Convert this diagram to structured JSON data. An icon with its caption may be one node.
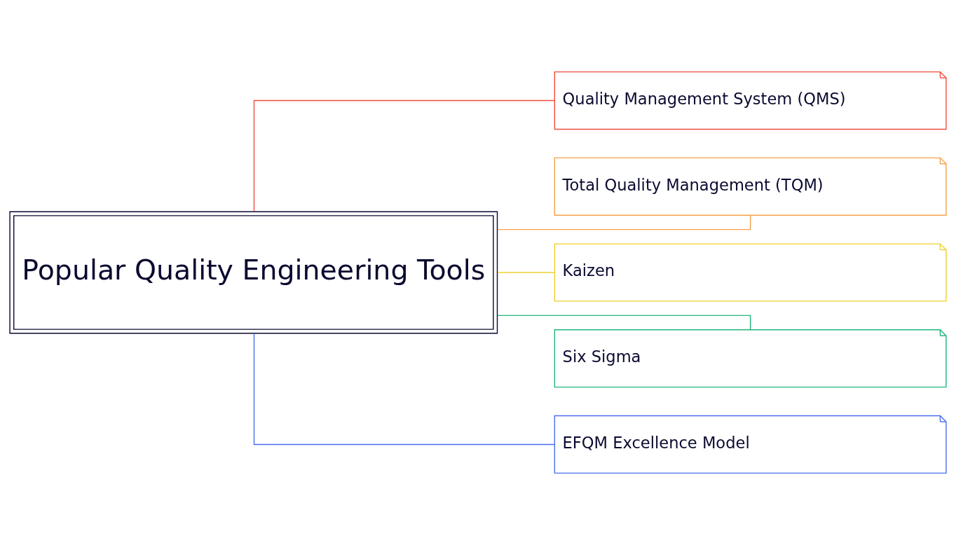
{
  "diagram": {
    "nodes": [
      {
        "text": [
          "Popular Quality Engineering Tools"
        ]
      },
      {
        "text": [
          "Quality Management System (QMS)"
        ]
      },
      {
        "text": [
          "Total Quality Management (TQM)"
        ]
      },
      {
        "text": [
          "Kaizen"
        ]
      },
      {
        "text": [
          "Six Sigma"
        ]
      },
      {
        "text": [
          "EFQM Excellence Model"
        ]
      }
    ],
    "edges": [
      {
        "from": 0,
        "to": 1,
        "arrow": "none",
        "color": "#f04e3e"
      },
      {
        "from": 0,
        "to": 2,
        "arrow": "none",
        "color": "#f5a04a"
      },
      {
        "from": 0,
        "to": 3,
        "arrow": "none",
        "color": "#f0d030"
      },
      {
        "from": 0,
        "to": 4,
        "arrow": "none",
        "color": "#20b67a"
      },
      {
        "from": 0,
        "to": 5,
        "arrow": "none",
        "color": "#4a6ef0"
      }
    ]
  }
}
